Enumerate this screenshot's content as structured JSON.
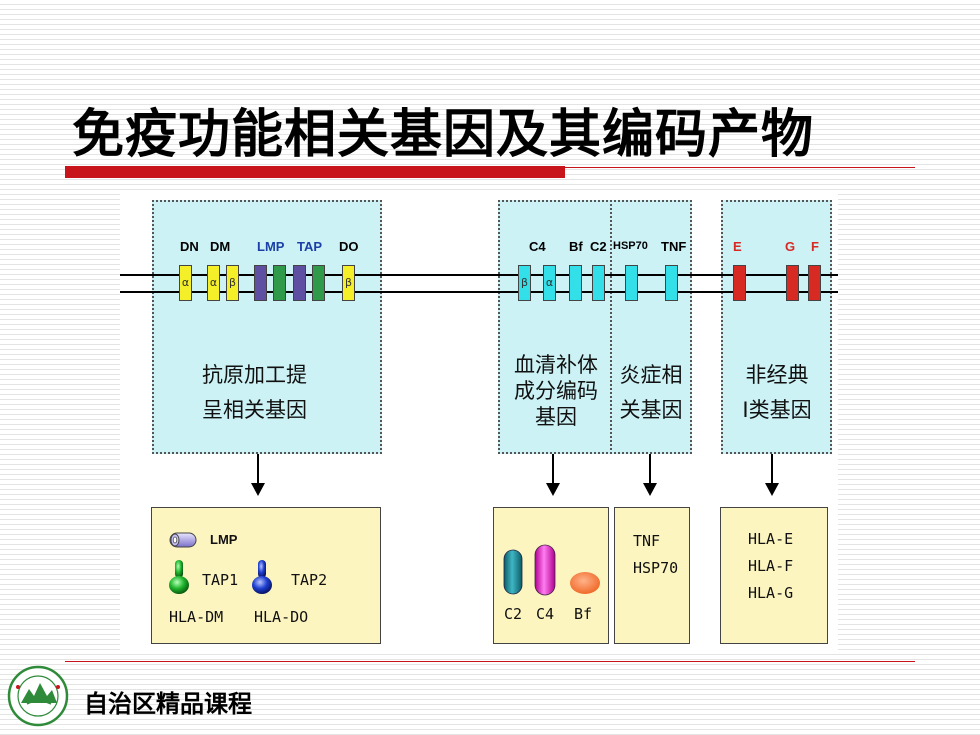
{
  "slide": {
    "title": "免疫功能相关基因及其编码产物",
    "footer": "自治区精品课程"
  },
  "regions": {
    "antigen": {
      "gene_labels": [
        "DN",
        "DM",
        "LMP",
        "TAP",
        "DO"
      ],
      "caption": [
        "抗原加工提",
        "呈相关基因"
      ]
    },
    "complement": {
      "gene_labels": [
        "C4",
        "Bf",
        "C2"
      ],
      "caption": [
        "血清补体",
        "成分编码",
        "基因"
      ]
    },
    "inflammation": {
      "gene_labels": [
        "HSP70",
        "TNF"
      ],
      "caption": [
        "炎症相",
        "关基因"
      ]
    },
    "nonclassical": {
      "gene_labels": [
        "E",
        "G",
        "F"
      ],
      "caption": [
        "非经典",
        "I类基因"
      ]
    }
  },
  "gene_segments": {
    "dn_alpha": "α",
    "dm_alpha": "α",
    "dm_beta": "β",
    "do_beta": "β",
    "c4_beta": "β",
    "c4_alpha": "α"
  },
  "products": {
    "antigen": {
      "lmp": "LMP",
      "tap1": "TAP1",
      "tap2": "TAP2",
      "hla_dm": "HLA-DM",
      "hla_do": "HLA-DO"
    },
    "complement": {
      "c2": "C2",
      "c4": "C4",
      "bf": "Bf"
    },
    "inflammation": {
      "tnf": "TNF",
      "hsp70": "HSP70"
    },
    "nonclassical": {
      "e": "HLA-E",
      "f": "HLA-F",
      "g": "HLA-G"
    }
  },
  "colors": {
    "accent_red": "#c8141b",
    "region_fill": "#ccf2f5",
    "product_fill": "#fdf5c0",
    "gene_yellow": "#f5ef2a",
    "gene_purple": "#5e4fa2",
    "gene_green": "#2e9a4a",
    "gene_cyan": "#33e0ea",
    "gene_red": "#d72a22",
    "label_blue": "#1b3fa8"
  },
  "icons": [
    "university-seal-icon",
    "lmp-proteasome-icon",
    "tap1-transporter-icon",
    "tap2-transporter-icon",
    "c2-molecule-icon",
    "c4-molecule-icon",
    "bf-molecule-icon"
  ]
}
